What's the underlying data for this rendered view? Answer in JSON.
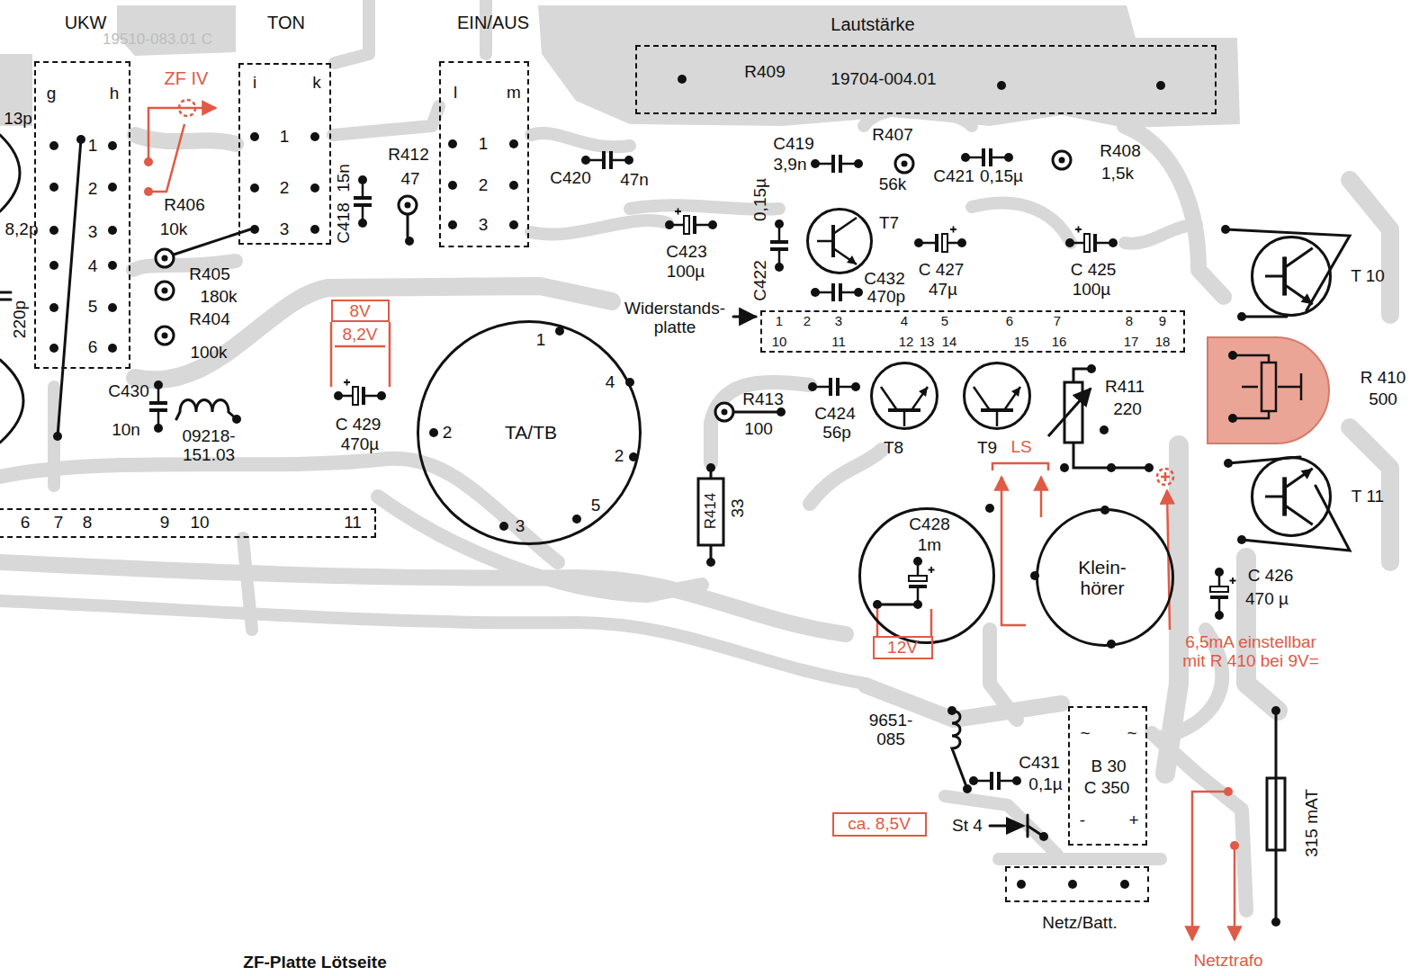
{
  "diagram": {
    "caption": "ZF-Platte Lötseite",
    "nodes": [
      {
        "text": [
          "UKW",
          "g",
          "h",
          "1",
          "2",
          "3",
          "4",
          "5",
          "6"
        ]
      },
      {
        "text": [
          "TON",
          "i",
          "k",
          "1",
          "2",
          "3"
        ]
      },
      {
        "text": [
          "EIN/AUS",
          "l",
          "m",
          "1",
          "2",
          "3"
        ]
      },
      {
        "text": [
          "Lautstärke",
          "R409",
          "19704-004.01"
        ]
      },
      {
        "text": [
          "T7"
        ]
      },
      {
        "text": [
          "T 10"
        ]
      },
      {
        "text": [
          "Widerstands- platte",
          "1",
          "2",
          "3",
          "4",
          "5",
          "6",
          "7",
          "8",
          "9",
          "10",
          "11",
          "12",
          "13",
          "14",
          "15",
          "16",
          "17",
          "18"
        ]
      },
      {
        "text": [
          "8V"
        ]
      },
      {
        "text": [
          "TA/TB",
          "1",
          "4",
          "2",
          "2",
          "5",
          "3"
        ]
      },
      {
        "text": [
          "T8"
        ]
      },
      {
        "text": [
          "T9"
        ]
      },
      {
        "text": [
          "R 410",
          "500"
        ]
      },
      {
        "text": [
          "6",
          "7",
          "8",
          "9",
          "10",
          "11"
        ]
      },
      {
        "text": [
          "T 11"
        ]
      },
      {
        "text": [
          "C428",
          "1m"
        ]
      },
      {
        "text": [
          "Klein- hörer"
        ]
      },
      {
        "text": [
          "12V"
        ]
      },
      {
        "text": [
          "~",
          "~",
          "B 30",
          "C 350",
          "-",
          "+"
        ]
      },
      {
        "text": [
          "ca. 8,5V"
        ]
      },
      {
        "text": [
          "Netz/Batt."
        ]
      }
    ],
    "labels": [
      "19510-083.01 C",
      "13p",
      "8,2p",
      "220p",
      "ZF IV",
      "R406",
      "10k",
      "R405",
      "180k",
      "R404",
      "100k",
      "C418",
      "15n",
      "R412",
      "47",
      "C430",
      "10n",
      "09218- 151.03",
      "8,2V",
      "C 429",
      "470µ",
      "C420",
      "47n",
      "C419",
      "3,9n",
      "R407",
      "56k",
      "C421",
      "0,15µ",
      "R408",
      "1,5k",
      "C423",
      "100µ",
      "0,15µ",
      "C422",
      "C432",
      "470p",
      "C 427",
      "47µ",
      "C 425",
      "100µ",
      "R413",
      "100",
      "R414",
      "33",
      "C424",
      "56p",
      "LS",
      "R411",
      "220",
      "C 426",
      "470 µ",
      "6,5mA einstellbar mit R 410 bei 9V=",
      "9651- 085",
      "C431",
      "0,1µ",
      "St 4",
      "315 mAT",
      "Netztrafo"
    ]
  }
}
